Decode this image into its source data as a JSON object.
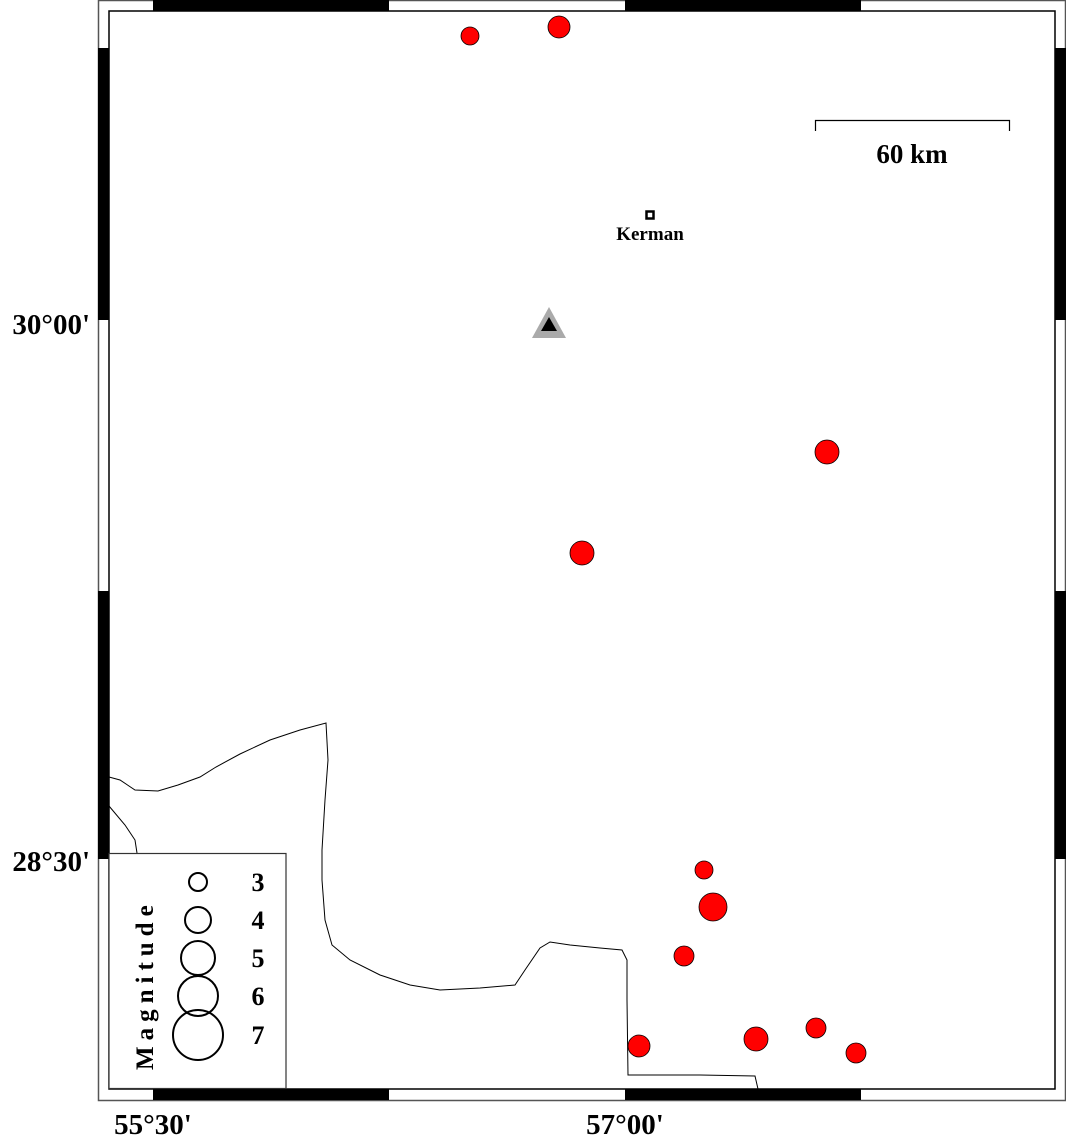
{
  "map": {
    "axis_labels": {
      "left": [
        "30°00'",
        "28°30'"
      ],
      "bottom": [
        "55°30'",
        "57°00'"
      ]
    },
    "scale_bar": {
      "label": "60 km"
    },
    "city": {
      "name": "Kerman",
      "icon": "square-marker-icon"
    },
    "station": {
      "icon": "triangle-station-icon",
      "outer_color": "#aaaaaa",
      "inner_color": "#000000"
    },
    "earthquake_color": "#ff0000",
    "earthquakes_count": 11
  },
  "legend": {
    "title": "Magnitude",
    "items": [
      {
        "label": "3",
        "magnitude": 3
      },
      {
        "label": "4",
        "magnitude": 4
      },
      {
        "label": "5",
        "magnitude": 5
      },
      {
        "label": "6",
        "magnitude": 6
      },
      {
        "label": "7",
        "magnitude": 7
      }
    ]
  }
}
